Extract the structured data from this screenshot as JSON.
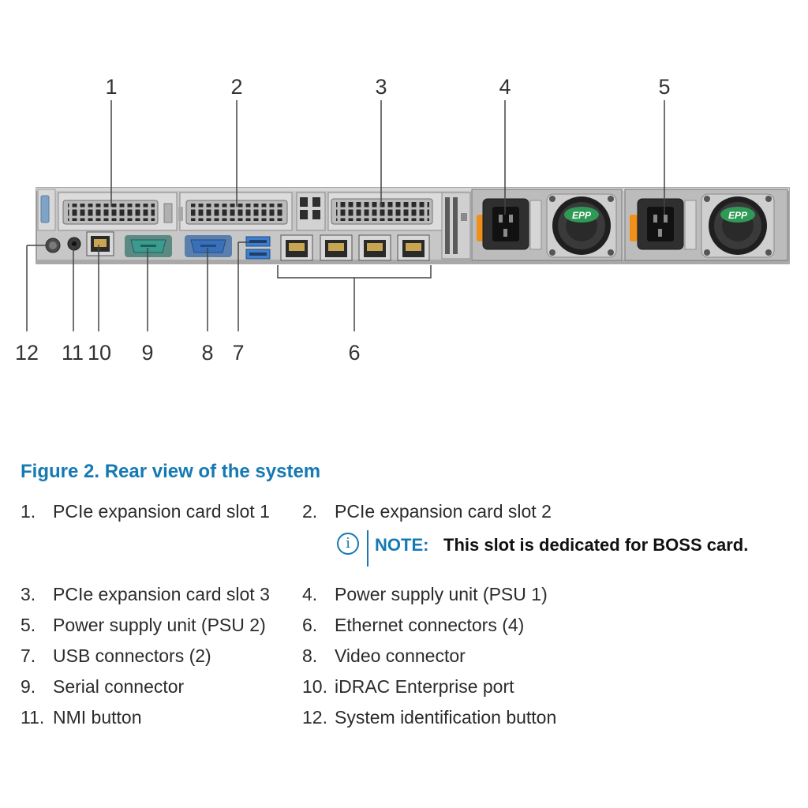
{
  "callouts": [
    "1",
    "2",
    "3",
    "4",
    "5",
    "6",
    "7",
    "8",
    "9",
    "10",
    "11",
    "12"
  ],
  "psu_fan_badge": "EPP",
  "caption": "Figure 2. Rear view of the system",
  "legend": [
    {
      "num": "1.",
      "text": "PCIe expansion card slot 1"
    },
    {
      "num": "2.",
      "text": "PCIe expansion card slot 2"
    },
    {
      "num": "3.",
      "text": "PCIe expansion card slot 3"
    },
    {
      "num": "4.",
      "text": "Power supply unit (PSU 1)"
    },
    {
      "num": "5.",
      "text": "Power supply unit (PSU 2)"
    },
    {
      "num": "6.",
      "text": "Ethernet connectors (4)"
    },
    {
      "num": "7.",
      "text": "USB connectors (2)"
    },
    {
      "num": "8.",
      "text": "Video connector"
    },
    {
      "num": "9.",
      "text": "Serial connector"
    },
    {
      "num": "10.",
      "text": "iDRAC Enterprise port"
    },
    {
      "num": "11.",
      "text": "NMI button"
    },
    {
      "num": "12.",
      "text": "System identification button"
    }
  ],
  "note": {
    "icon": "i",
    "label": "NOTE:",
    "text": "This slot is dedicated for BOSS card."
  },
  "colors": {
    "accent": "#1579b4",
    "psu_latch": "#f0901a",
    "fan_badge": "#2f9a55",
    "serial_port": "#3b9b8f",
    "video_port": "#3a70b8",
    "usb_port": "#3f7fd0"
  }
}
